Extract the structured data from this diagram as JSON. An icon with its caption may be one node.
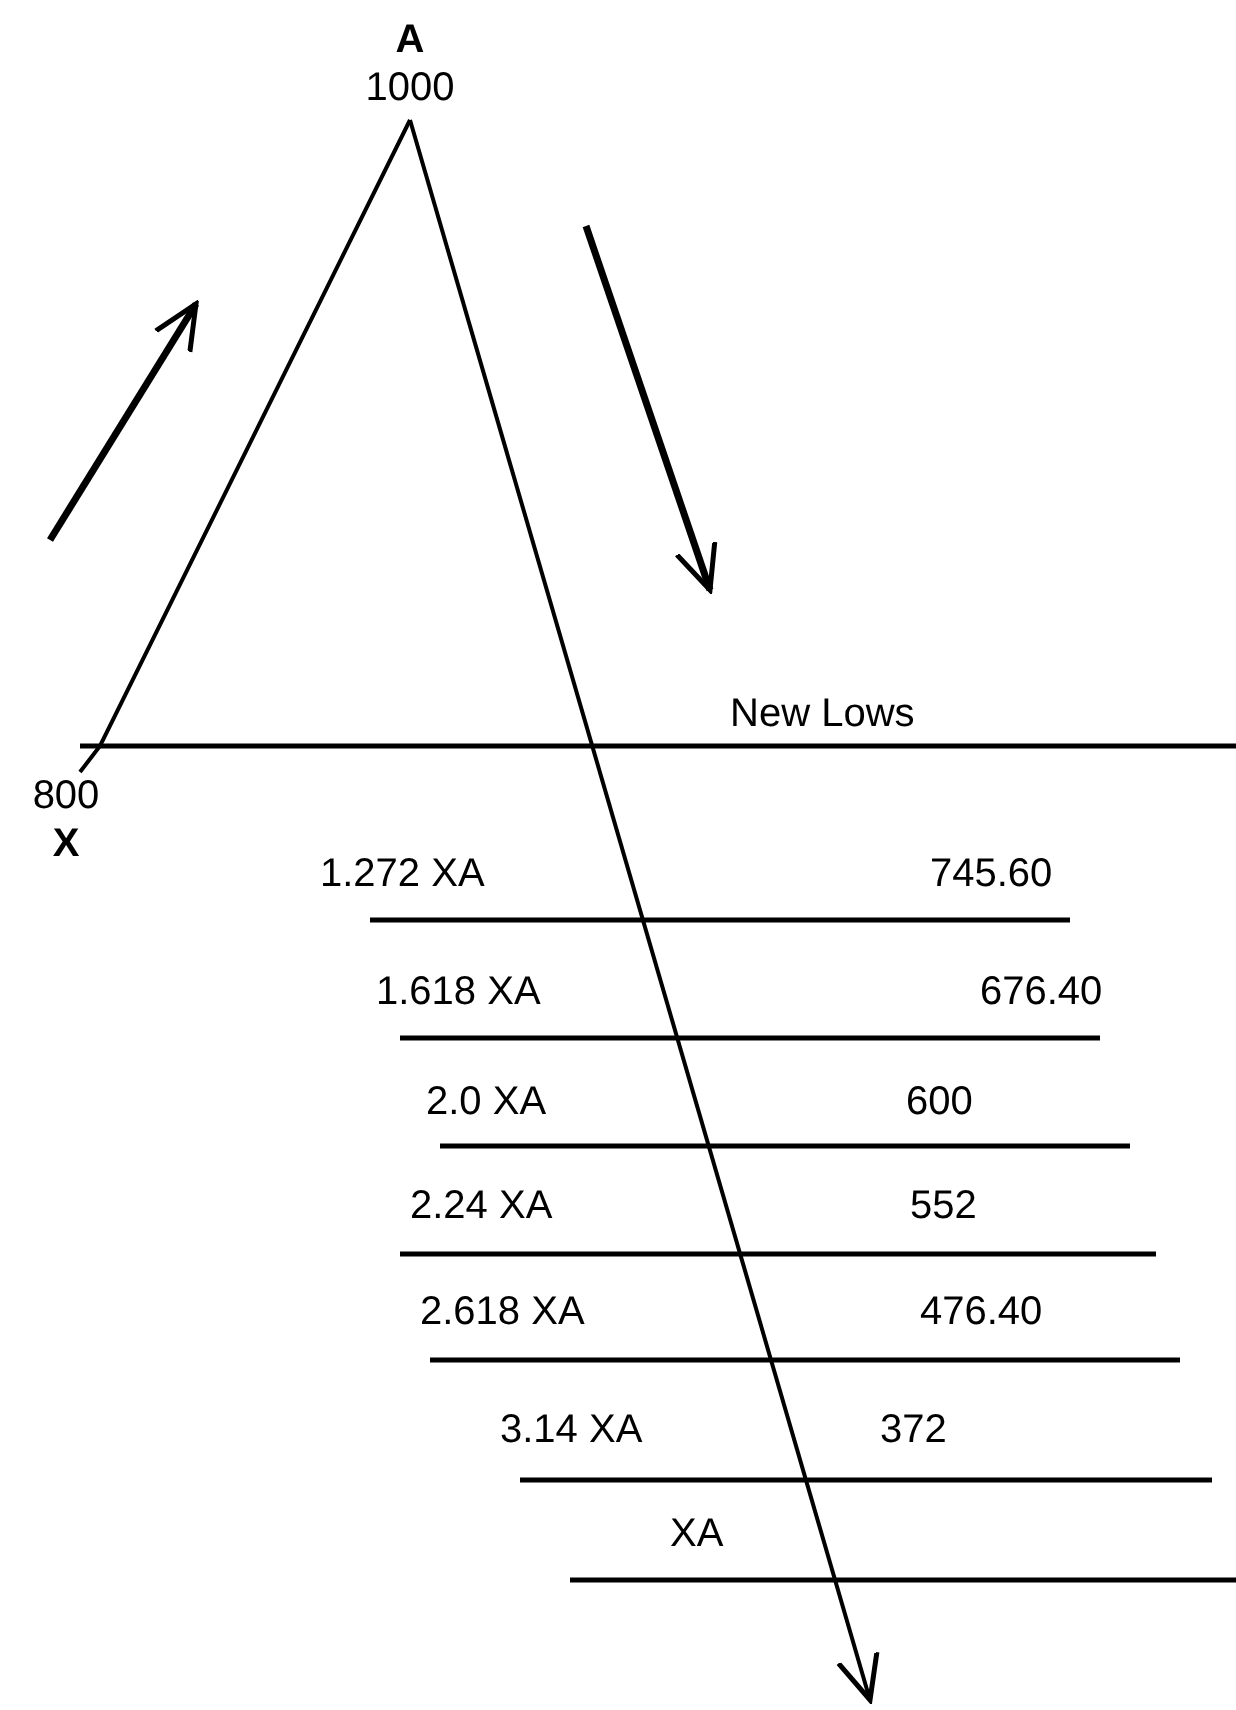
{
  "diagram": {
    "nodes": [
      {
        "text": [
          "A",
          "1000"
        ]
      },
      {
        "text": [
          "800",
          "X"
        ]
      }
    ],
    "edges": [
      {
        "from": 1,
        "to": 0,
        "arrow": "none"
      },
      {
        "from": 0,
        "to": null,
        "arrow": "to"
      }
    ],
    "labels": [
      "New Lows",
      "1.272 XA",
      "745.60",
      "1.618 XA",
      "676.40",
      "2.0 XA",
      "600",
      "2.24 XA",
      "552",
      "2.618 XA",
      "476.40",
      "3.14 XA",
      "372",
      "XA"
    ]
  }
}
